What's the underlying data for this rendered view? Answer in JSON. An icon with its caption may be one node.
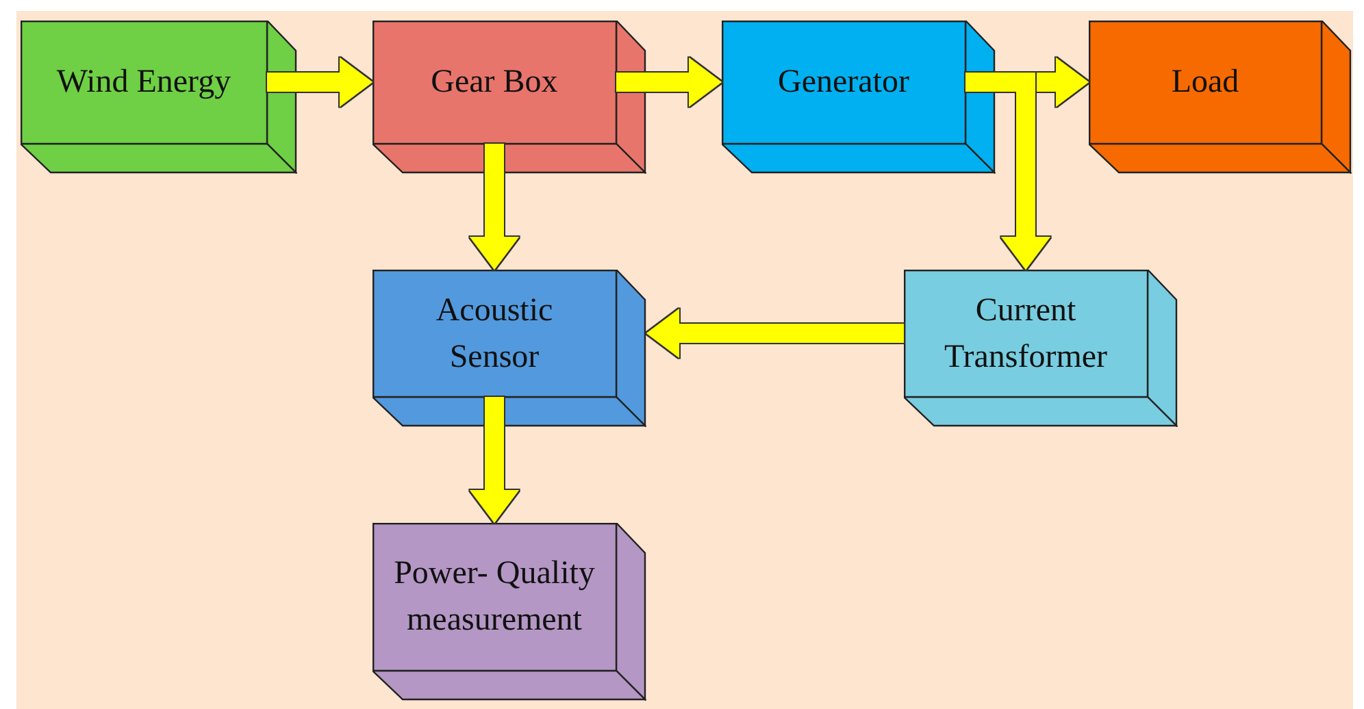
{
  "diagram": {
    "nodes": [
      {
        "text": [
          "Wind Energy"
        ]
      },
      {
        "text": [
          "Gear Box"
        ]
      },
      {
        "text": [
          "Generator"
        ]
      },
      {
        "text": [
          "Load"
        ]
      },
      {
        "text": [
          "Acoustic Sensor"
        ]
      },
      {
        "text": [
          "Current Transformer"
        ]
      },
      {
        "text": [
          "Power- Quality measurement"
        ]
      }
    ],
    "edges": [
      {
        "from": 0,
        "to": 1,
        "arrow": "to"
      },
      {
        "from": 1,
        "to": 2,
        "arrow": "to"
      },
      {
        "from": 2,
        "to": 3,
        "arrow": "to"
      },
      {
        "from": 1,
        "to": 4,
        "arrow": "to"
      },
      {
        "from": 2,
        "to": 5,
        "arrow": "to"
      },
      {
        "from": 5,
        "to": 4,
        "arrow": "to"
      },
      {
        "from": 4,
        "to": 6,
        "arrow": "to"
      }
    ]
  }
}
